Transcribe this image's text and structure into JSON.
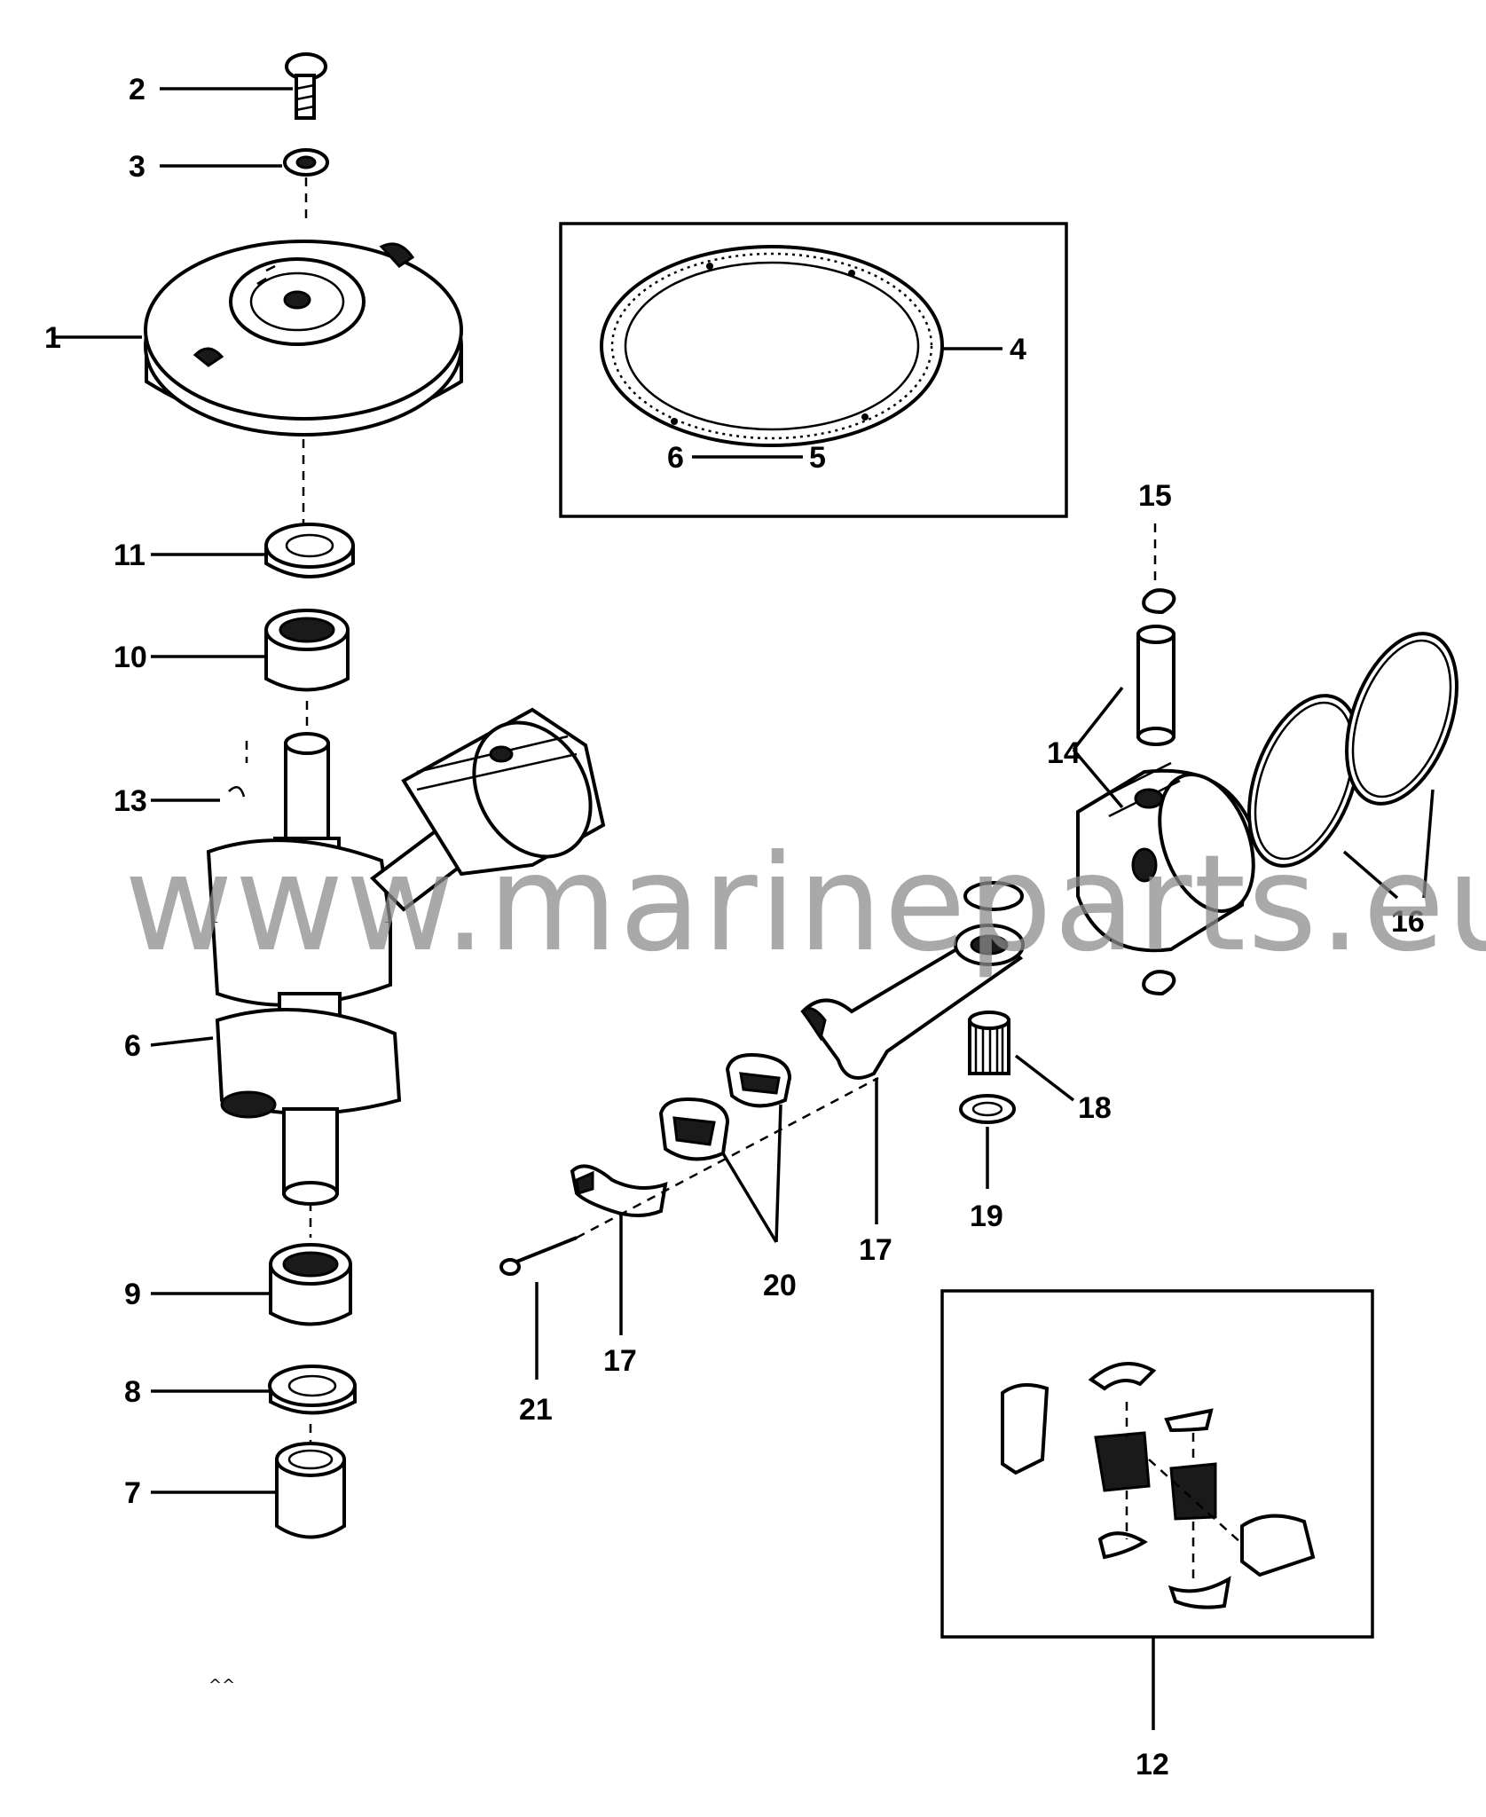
{
  "callouts": {
    "c1": "1",
    "c2": "2",
    "c3": "3",
    "c4": "4",
    "c5": "5",
    "c6a": "6",
    "c6b": "6",
    "c7": "7",
    "c8": "8",
    "c9": "9",
    "c10": "10",
    "c11": "11",
    "c12": "12",
    "c13": "13",
    "c14": "14",
    "c15": "15",
    "c16": "16",
    "c17a": "17",
    "c17b": "17",
    "c18": "18",
    "c19": "19",
    "c20": "20",
    "c21": "21"
  },
  "watermark": "www.marineparts.eu"
}
